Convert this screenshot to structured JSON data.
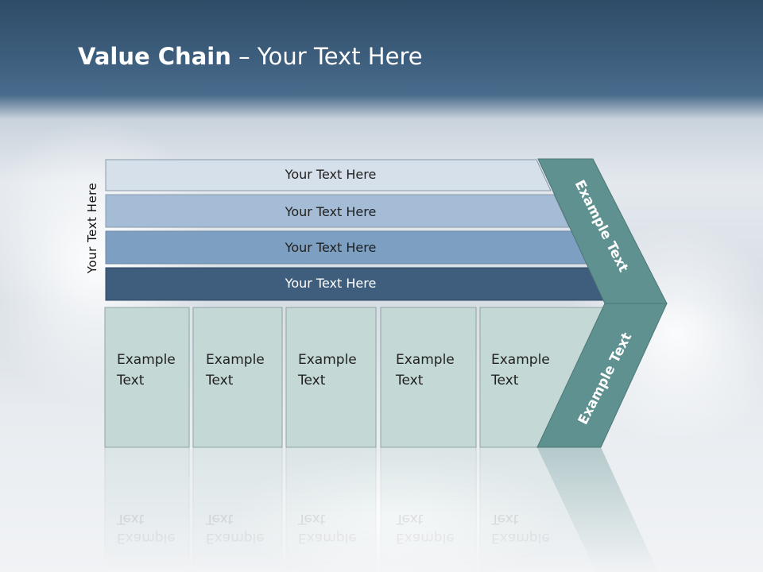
{
  "title": {
    "bold": "Value Chain",
    "rest": " – Your Text Here"
  },
  "side_label": "Your Text Here",
  "rows": [
    {
      "label": "Your Text Here",
      "fill": "#d6e0ea",
      "text_color": "#1f1f1f"
    },
    {
      "label": "Your Text Here",
      "fill": "#a4bcd5",
      "text_color": "#1f1f1f"
    },
    {
      "label": "Your Text Here",
      "fill": "#7c9fc2",
      "text_color": "#1f1f1f"
    },
    {
      "label": "Your Text Here",
      "fill": "#3f5d7c",
      "text_color": "#ffffff"
    }
  ],
  "boxes": [
    {
      "line1": "Example",
      "line2": "Text"
    },
    {
      "line1": "Example",
      "line2": "Text"
    },
    {
      "line1": "Example",
      "line2": "Text"
    },
    {
      "line1": "Example",
      "line2": "Text"
    },
    {
      "line1": "Example",
      "line2": "Text"
    }
  ],
  "arrow_upper_label": "Example Text",
  "arrow_lower_label": "Example Text",
  "colors": {
    "box": "#c4d8d6",
    "arrow": "#5f9190",
    "title_bar": "#3c5d7c"
  }
}
